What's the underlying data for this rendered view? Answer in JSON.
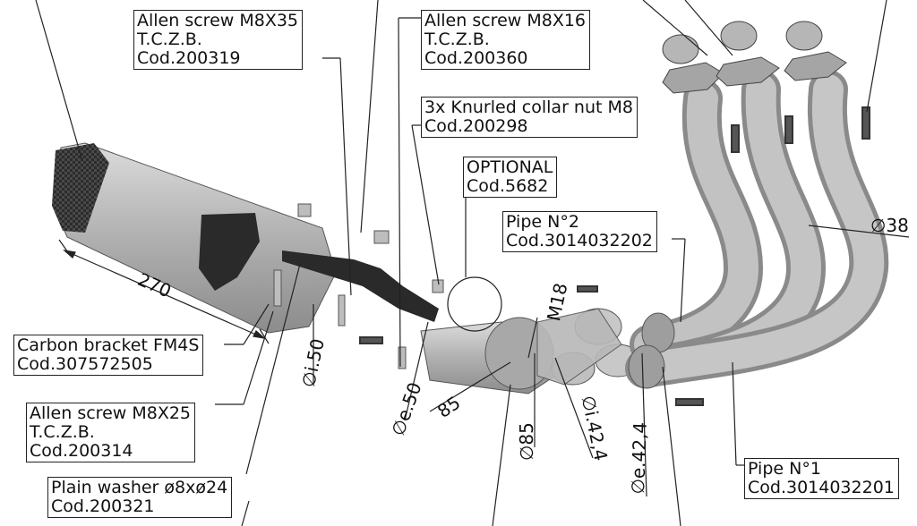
{
  "labels": {
    "allen_m8x35": {
      "l1": "Allen screw M8X35",
      "l2": "T.C.Z.B.",
      "l3": "Cod.200319"
    },
    "allen_m8x16": {
      "l1": "Allen screw M8X16",
      "l2": "T.C.Z.B.",
      "l3": "Cod.200360"
    },
    "knurled_nut": {
      "l1": "3x Knurled collar nut M8",
      "l2": "Cod.200298"
    },
    "optional": {
      "l1": "OPTIONAL",
      "l2": "Cod.5682"
    },
    "pipe2": {
      "l1": "Pipe N°2",
      "l2": "Cod.3014032202"
    },
    "carbon_bracket": {
      "l1": "Carbon bracket FM4S",
      "l2": "Cod.307572505"
    },
    "allen_m8x25": {
      "l1": "Allen screw M8X25",
      "l2": "T.C.Z.B.",
      "l3": "Cod.200314"
    },
    "plain_washer": {
      "l1": "Plain washer ø8xø24",
      "l2": "Cod.200321"
    },
    "pipe1": {
      "l1": "Pipe N°1",
      "l2": "Cod.3014032201"
    }
  },
  "dimensions": {
    "d270": "270",
    "d38": "∅38",
    "di50": "∅i.50",
    "de50": "∅e.50",
    "d85a": "85",
    "m18": "M18",
    "d85b": "∅85",
    "di424": "∅i.42,4",
    "de424": "∅e.42,4"
  },
  "colors": {
    "part": "#b4b4b4",
    "part_dark": "#8a8a8a",
    "carbon": "#2a2a2a",
    "line": "#222222"
  }
}
